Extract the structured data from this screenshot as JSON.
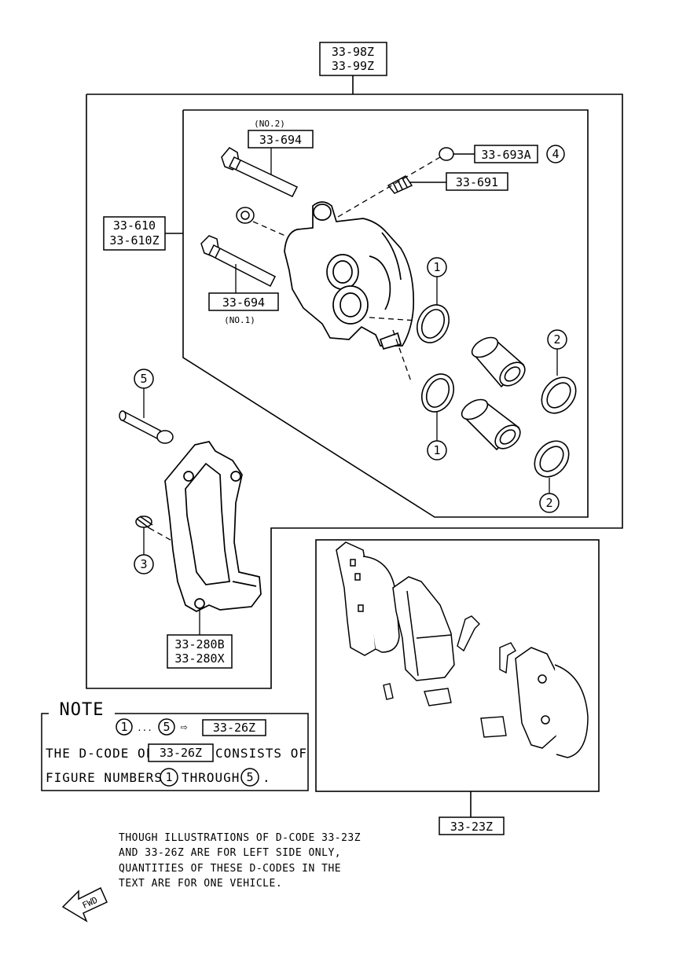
{
  "assembly_label": {
    "line1": "33-98Z",
    "line2": "33-99Z"
  },
  "caliper_label": {
    "line1": "33-610",
    "line2": "33-610Z"
  },
  "bolt_upper": {
    "label": "33-694",
    "note": "(NO.2)"
  },
  "bolt_lower": {
    "label": "33-694",
    "note": "(NO.1)"
  },
  "bleeder_cap": {
    "label": "33-693A",
    "ref": "4"
  },
  "bleeder_screw": {
    "label": "33-691"
  },
  "bracket_label": {
    "line1": "33-280B",
    "line2": "33-280X"
  },
  "pads_label": "33-23Z",
  "refs": {
    "seal": "1",
    "boot": "2",
    "bushing": "3",
    "cap": "4",
    "pin": "5"
  },
  "note": {
    "title": "NOTE",
    "range_from": "1",
    "range_dots": "...",
    "range_to": "5",
    "arrow": "⇨",
    "kit_code": "33-26Z",
    "line2_prefix": "THE D-CODE OF",
    "line2_code": "33-26Z",
    "line2_suffix": "CONSISTS OF",
    "line3_prefix": "FIGURE NUMBERS",
    "line3_from": "1",
    "line3_mid": "THROUGH",
    "line3_to": "5",
    "line3_end": "."
  },
  "footnote": {
    "line1": "THOUGH ILLUSTRATIONS OF D-CODE 33-23Z",
    "line2": "AND 33-26Z ARE FOR LEFT SIDE ONLY,",
    "line3": "QUANTITIES OF THESE D-CODES IN THE",
    "line4": "TEXT ARE FOR ONE VEHICLE."
  },
  "fwd_label": "FWD"
}
